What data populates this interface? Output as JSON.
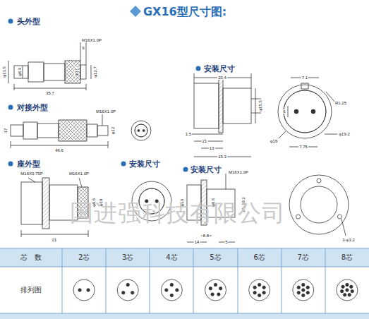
{
  "diagram": {
    "title": "GX16型尺寸图:",
    "labels": [
      "头外型",
      "M16X1.0P",
      "9",
      "φ13.5",
      "φ8.4",
      "φ17",
      "φ12.7",
      "35.7",
      "对接外型",
      "M16X1.0P",
      "17",
      "φ12",
      "46.6",
      "座外型",
      "M16X0.75P",
      "M16X1.0P",
      "φ9.6",
      "φ19",
      "21",
      "安装尺寸",
      "安装尺寸",
      "20.4",
      "φ15.5",
      "1.5",
      "21",
      "13",
      "15.3",
      "7.1",
      "6",
      "R1.25",
      "φ19.2",
      "7.75",
      "φ16",
      "安装尺寸",
      "M16X1.0P",
      "φ16",
      "φ9.6",
      "19~19.2",
      "8.8",
      "14",
      "5",
      "3-φ3.2",
      "国进强科技有限公司",
      "芯　数",
      "2芯",
      "3芯",
      "4芯",
      "5芯",
      "6芯",
      "7芯",
      "8芯",
      "排列图"
    ]
  }
}
